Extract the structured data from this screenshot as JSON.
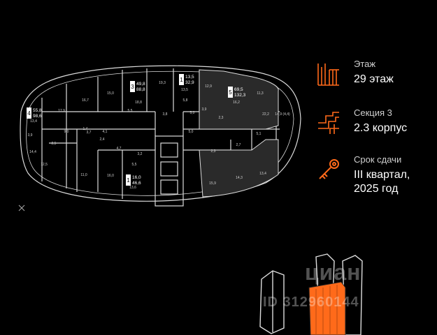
{
  "info": {
    "floor": {
      "icon": "floor-icon",
      "label": "Этаж",
      "value": "29 этаж"
    },
    "section": {
      "icon": "section-icon",
      "label": "Секция 3",
      "value": "2.3 корпус"
    },
    "deadline": {
      "icon": "key-icon",
      "label": "Срок сдачи",
      "value_line1": "III квартал,",
      "value_line2": "2025 год"
    }
  },
  "floor_plan": {
    "apartments": [
      {
        "rooms": "4",
        "area_living": "55,8",
        "area_total": "98,6",
        "highlighted": false
      },
      {
        "rooms": "3",
        "area_living": "49,8",
        "area_total": "88,8",
        "highlighted": false
      },
      {
        "rooms": "1",
        "area_living": "13,5",
        "area_total": "32,9",
        "highlighted": false
      },
      {
        "rooms": "5",
        "area_living": "69,5",
        "area_total": "132,3",
        "highlighted": true
      },
      {
        "rooms": "1",
        "area_living": "16,0",
        "area_total": "46,6",
        "highlighted": false
      }
    ],
    "room_areas": [
      "13,4",
      "17,9",
      "16,7",
      "15,0",
      "18,8",
      "19,3",
      "13,5",
      "5,8",
      "5,5",
      "5,0",
      "3,9",
      "12,9",
      "16,2",
      "11,3",
      "22,2",
      "14,9 (4,4)",
      "3,9",
      "9,0",
      "14,4",
      "2,5",
      "12,5",
      "11,0",
      "16,0",
      "13,6",
      "5,5",
      "3,2",
      "4,7",
      "15,9",
      "14,3",
      "13,4",
      "5,1",
      "2,7",
      "2,3",
      "2,4",
      "3,7",
      "5,0",
      "3,8",
      "1,4",
      "4,1",
      "2,3"
    ]
  },
  "watermark": {
    "brand": "циан",
    "id": "ID 312960144"
  },
  "colors": {
    "background": "#000000",
    "accent": "#ff6a1a",
    "highlight_fill": "#2a2a2a",
    "plan_line": "#dddddd"
  }
}
